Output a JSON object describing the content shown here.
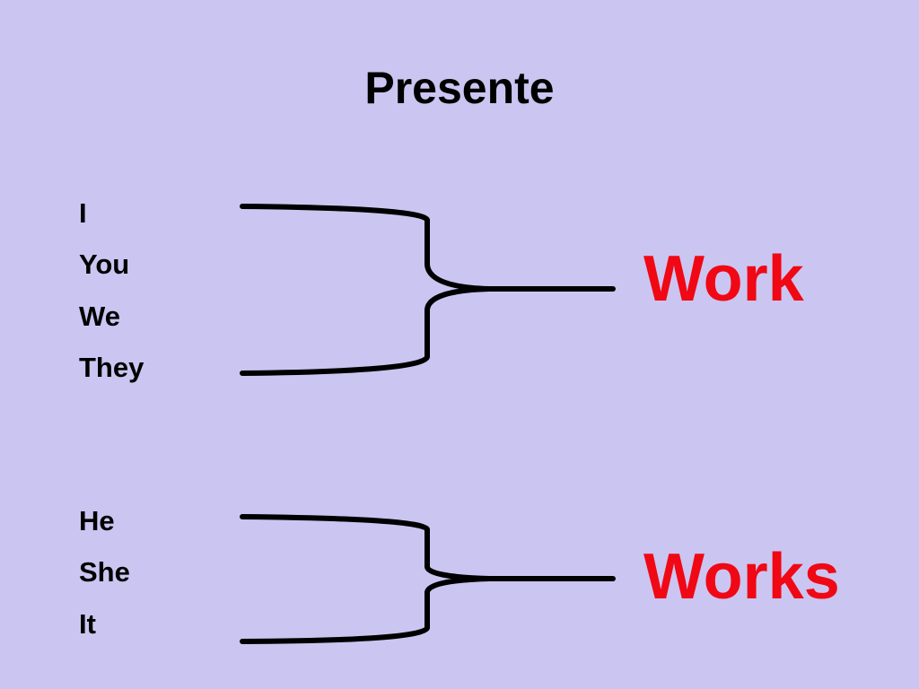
{
  "slide": {
    "title": "Presente",
    "accent_color": "#f00815",
    "background_color": "#cbc5f1",
    "groups": [
      {
        "pronouns": [
          "I",
          "You",
          "We",
          "They"
        ],
        "verb": "Work"
      },
      {
        "pronouns": [
          "He",
          "She",
          "It"
        ],
        "verb": "Works"
      }
    ]
  }
}
